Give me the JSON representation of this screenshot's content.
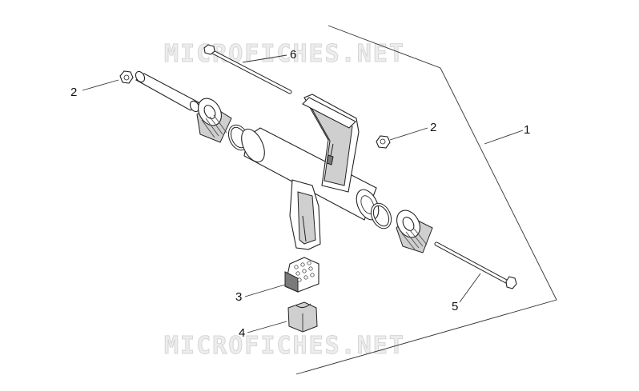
{
  "watermarks": {
    "top": "MICROFICHES.NET",
    "bottom": "MICROFICHES.NET"
  },
  "callouts": {
    "c1": "1",
    "c2_left": "2",
    "c2_right": "2",
    "c3": "3",
    "c4": "4",
    "c5": "5",
    "c6": "6"
  }
}
